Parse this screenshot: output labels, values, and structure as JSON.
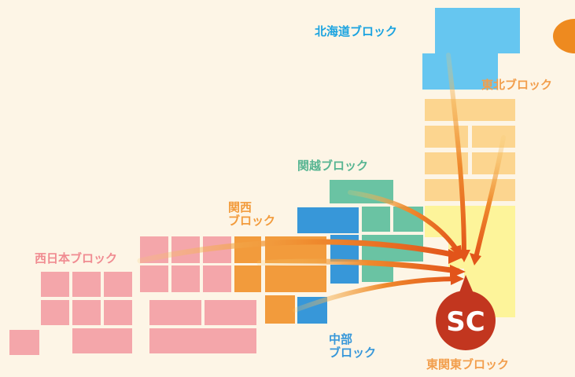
{
  "labels": {
    "hokkaido": "北海道ブロック",
    "tohoku": "東北ブロック",
    "kanetsu": "関越ブロック",
    "kansai_line1": "関西",
    "kansai_line2": "ブロック",
    "nishinihon": "西日本ブロック",
    "chubu_line1": "中部",
    "chubu_line2": "ブロック",
    "higashikanto": "東関東ブロック"
  },
  "badge": {
    "text": "SC"
  },
  "colors": {
    "background": "#fdf5e6",
    "hokkaido": "#66c6f0",
    "hokkaido_text": "#1aa3e0",
    "tohoku": "#fcd58f",
    "tohoku_text": "#f29e4c",
    "kanetsu": "#6ac3a3",
    "kanetsu_text": "#57b592",
    "kansai": "#f29b3c",
    "kansai_text": "#f29b3c",
    "chubu": "#3797d9",
    "chubu_text": "#3797d9",
    "nishinihon": "#f4a6aa",
    "nishinihon_text": "#f08b91",
    "higashikanto": "#fdf49a",
    "higashikanto_text": "#f29e4c",
    "arrow": "#e8641e",
    "badge": "#c2361f"
  }
}
